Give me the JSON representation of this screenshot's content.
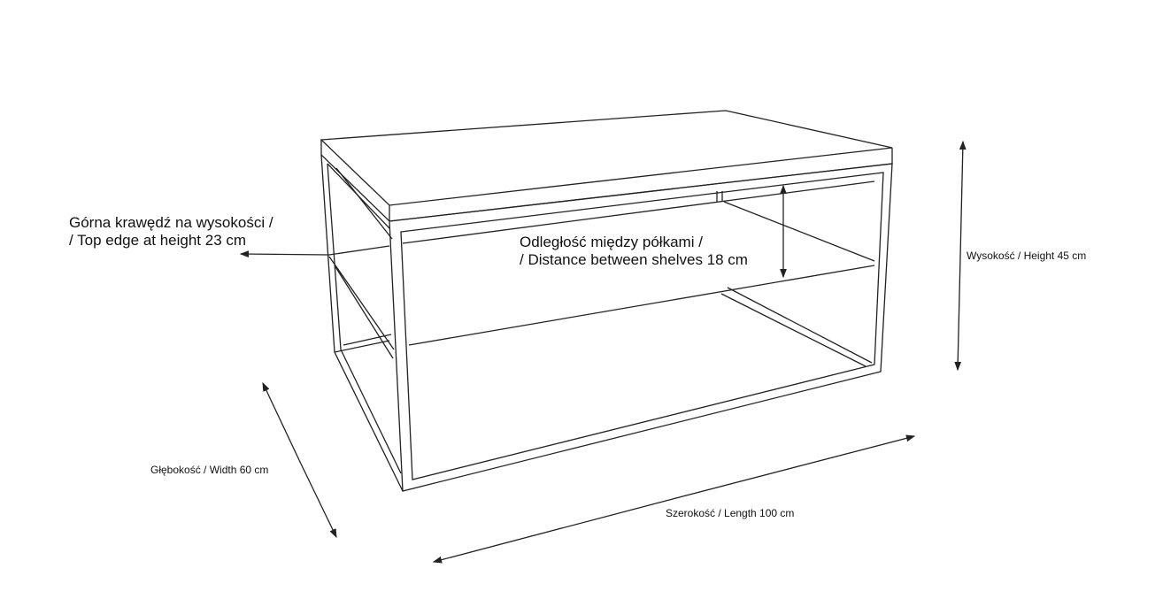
{
  "labels": {
    "top_edge_line1": "Górna krawędź na wysokości /",
    "top_edge_line2": "/ Top edge at height 23 cm",
    "shelf_distance_line1": "Odległość między półkami /",
    "shelf_distance_line2": "/ Distance between shelves 18 cm",
    "height": "Wysokość / Height 45 cm",
    "depth": "Głębokość / Width 60 cm",
    "length": "Szerokość / Length 100 cm"
  },
  "colors": {
    "line": "#222222",
    "background": "#ffffff"
  }
}
